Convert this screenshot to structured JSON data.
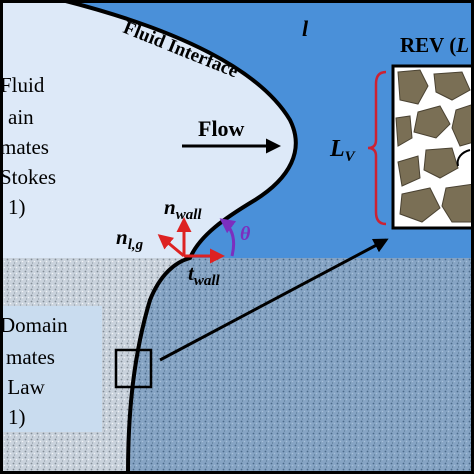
{
  "labels": {
    "fluid_interface": "Fluid Interface",
    "phase_l": "l",
    "flow": "Flow",
    "rev_prefix": "REV (",
    "rev_symbol": "L",
    "lv_base": "L",
    "lv_sub": "V",
    "n_wall_base": "n",
    "n_wall_sub": "wall",
    "n_lg_base": "n",
    "n_lg_sub": "l,g",
    "t_wall_base": "t",
    "t_wall_sub": "wall",
    "theta": "θ"
  },
  "upper_domain": {
    "lines": [
      "Fluid",
      "ain",
      "mates",
      "Stokes",
      "1)"
    ]
  },
  "lower_domain": {
    "lines": [
      "Domain",
      "mates",
      "s Law",
      "1)"
    ]
  },
  "colors": {
    "liquid_blue": "#4a90d9",
    "light_fluid": "#dde9f8",
    "porous_bg": "#aebccc",
    "porous_label_box": "#c9dcef",
    "grain": "#7a6f55",
    "bracket": "#cc2233",
    "arrow_red": "#dd2222",
    "angle_purple": "#7b2fbf"
  }
}
